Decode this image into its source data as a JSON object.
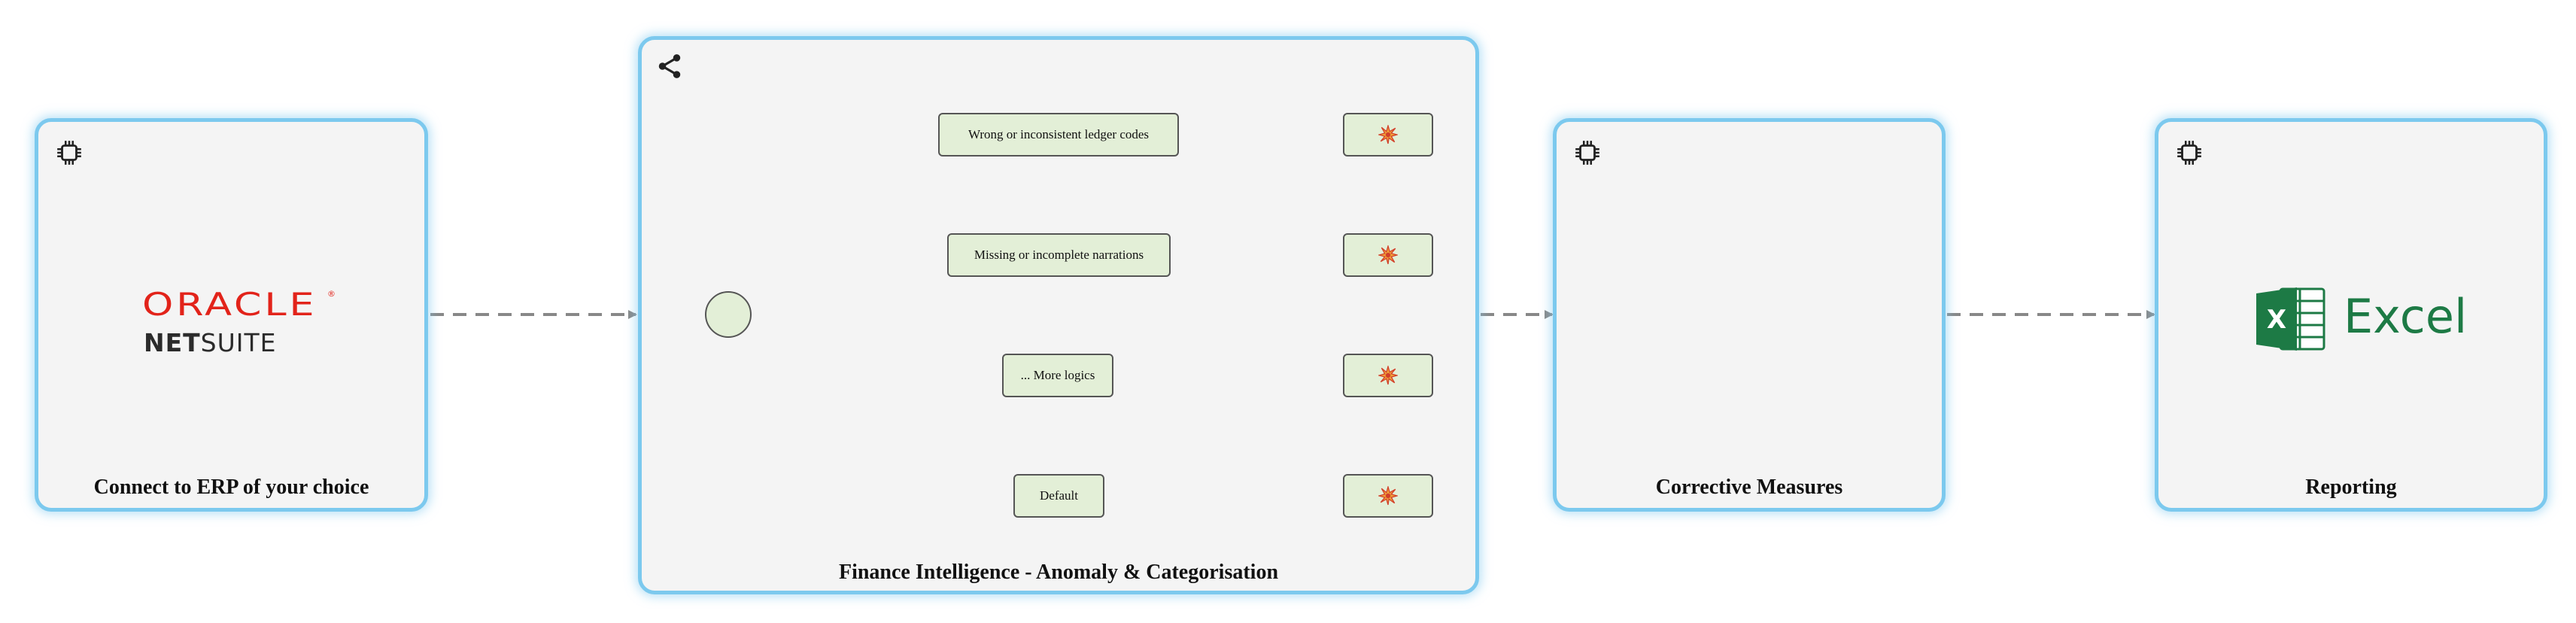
{
  "panels": {
    "erp": {
      "title": "Connect to ERP of your choice"
    },
    "intelligence": {
      "title": "Finance Intelligence - Anomaly & Categorisation"
    },
    "corrective": {
      "title": "Corrective Measures"
    },
    "reporting": {
      "title": "Reporting"
    }
  },
  "logos": {
    "oracle": "ORACLE",
    "netsuite_bold": "NET",
    "netsuite_rest": "SUITE",
    "excel": "Excel",
    "excel_letter": "X"
  },
  "rules": [
    {
      "label": "Wrong or inconsistent ledger codes",
      "target_icon": "explosion-icon"
    },
    {
      "label": "Missing or incomplete narrations",
      "target_icon": "explosion-icon"
    },
    {
      "label": "... More logics",
      "target_icon": "explosion-icon"
    },
    {
      "label": "Default",
      "target_icon": "explosion-icon"
    }
  ],
  "icons": {
    "card": "chip-icon",
    "intelligence": "share-icon",
    "rule_target": "explosion-icon"
  },
  "colors": {
    "card_border": "#7cc9ee",
    "card_fill": "#f4f4f4",
    "node_fill": "#e3efd7",
    "edge": "#888888",
    "oracle_red": "#e2231a",
    "excel_green": "#1d7a45"
  }
}
